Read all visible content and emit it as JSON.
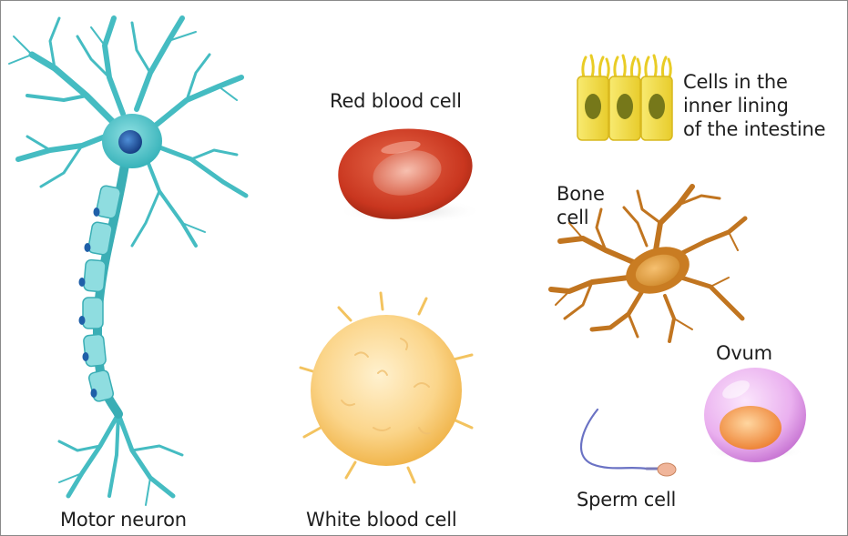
{
  "labels": {
    "red_blood_cell": "Red blood cell",
    "intestine_lines": [
      "Cells in the",
      "inner lining",
      "of the intestine"
    ],
    "bone_lines": [
      "Bone",
      "cell"
    ],
    "ovum": "Ovum",
    "sperm_cell": "Sperm cell",
    "motor_neuron": "Motor neuron",
    "white_blood_cell": "White blood cell"
  },
  "colors": {
    "neuron": "#4fc4c9",
    "neuron_dark": "#2d9ea6",
    "nucleus": "#1f5fa8",
    "rbc": "#d2432a",
    "rbc_center": "#f0a090",
    "wbc": "#f6c25a",
    "intestine": "#f4e04a",
    "intestine_nucleus": "#7a7a1a",
    "bone": "#c77a22",
    "ovum": "#e79bea",
    "ovum_nucleus": "#f08a3a",
    "sperm": "#5a62b8"
  }
}
